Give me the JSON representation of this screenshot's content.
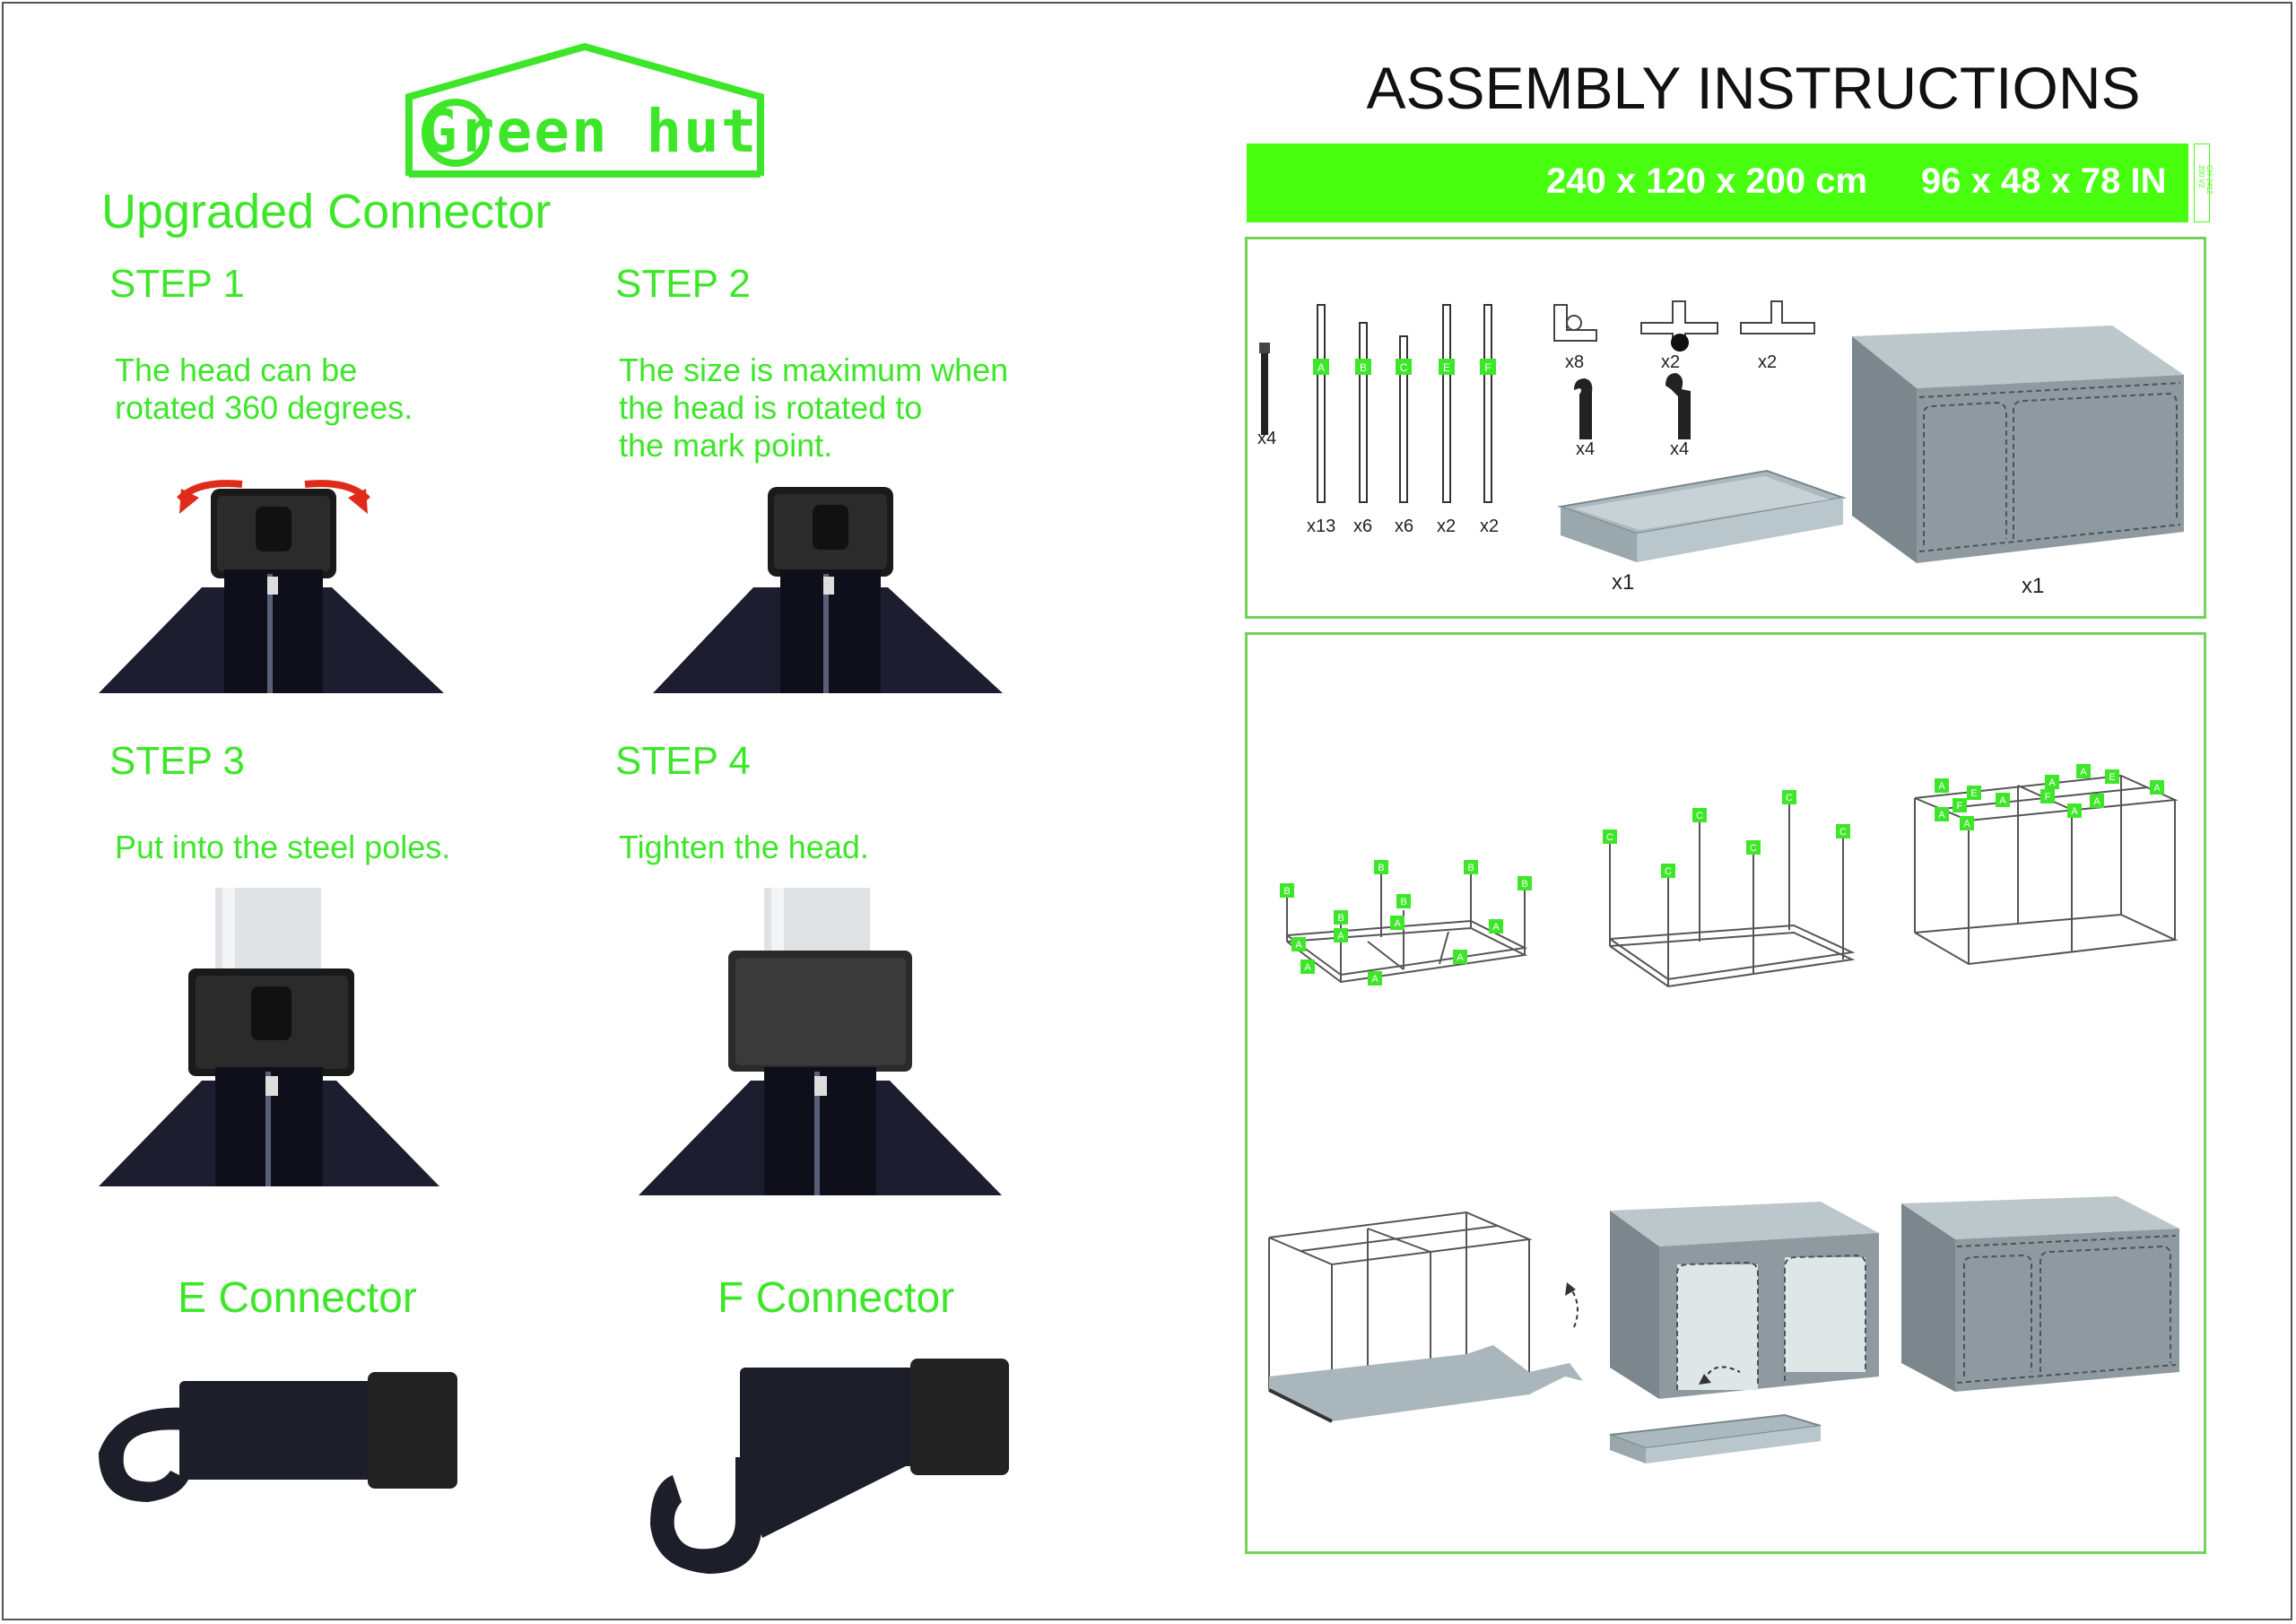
{
  "brand": {
    "name": "Green hut"
  },
  "left": {
    "section_title": "Upgraded Connector",
    "steps": [
      {
        "title": "STEP 1",
        "text": "The head can be\nrotated 360 degrees."
      },
      {
        "title": "STEP 2",
        "text": "The size is maximum when\nthe head is rotated to\nthe mark point."
      },
      {
        "title": "STEP 3",
        "text": "Put into the steel poles."
      },
      {
        "title": "STEP 4",
        "text": "Tighten the head."
      }
    ],
    "connectors": [
      {
        "title": "E Connector"
      },
      {
        "title": "F Connector"
      }
    ]
  },
  "right": {
    "title": "ASSEMBLY INSTRUCTIONS",
    "size_metric": "240 x 120 x 200 cm",
    "size_imperial": "96 x 48 x 78 IN",
    "version_tag": "GH-2412-200 V2",
    "parts": {
      "short_pole_qty": "x4",
      "poles": [
        {
          "label": "A",
          "qty": "x13"
        },
        {
          "label": "B",
          "qty": "x6"
        },
        {
          "label": "C",
          "qty": "x6"
        },
        {
          "label": "E",
          "qty": "x2"
        },
        {
          "label": "F",
          "qty": "x2"
        }
      ],
      "connectors": [
        {
          "qty": "x8"
        },
        {
          "qty": "x2"
        },
        {
          "qty": "x2"
        }
      ],
      "hooks": [
        {
          "qty": "x4"
        },
        {
          "qty": "x4"
        }
      ],
      "tray_qty": "x1",
      "tent_qty": "x1"
    },
    "assembly_labels": {
      "a": "A",
      "b": "B",
      "c": "C",
      "e": "E",
      "f": "F"
    }
  },
  "colors": {
    "brand_green": "#3ee62a",
    "bar_green": "#47ff0f",
    "panel_border": "#72d35a",
    "tent_gray": "#8e9a9f",
    "tent_side": "#7b878c"
  }
}
